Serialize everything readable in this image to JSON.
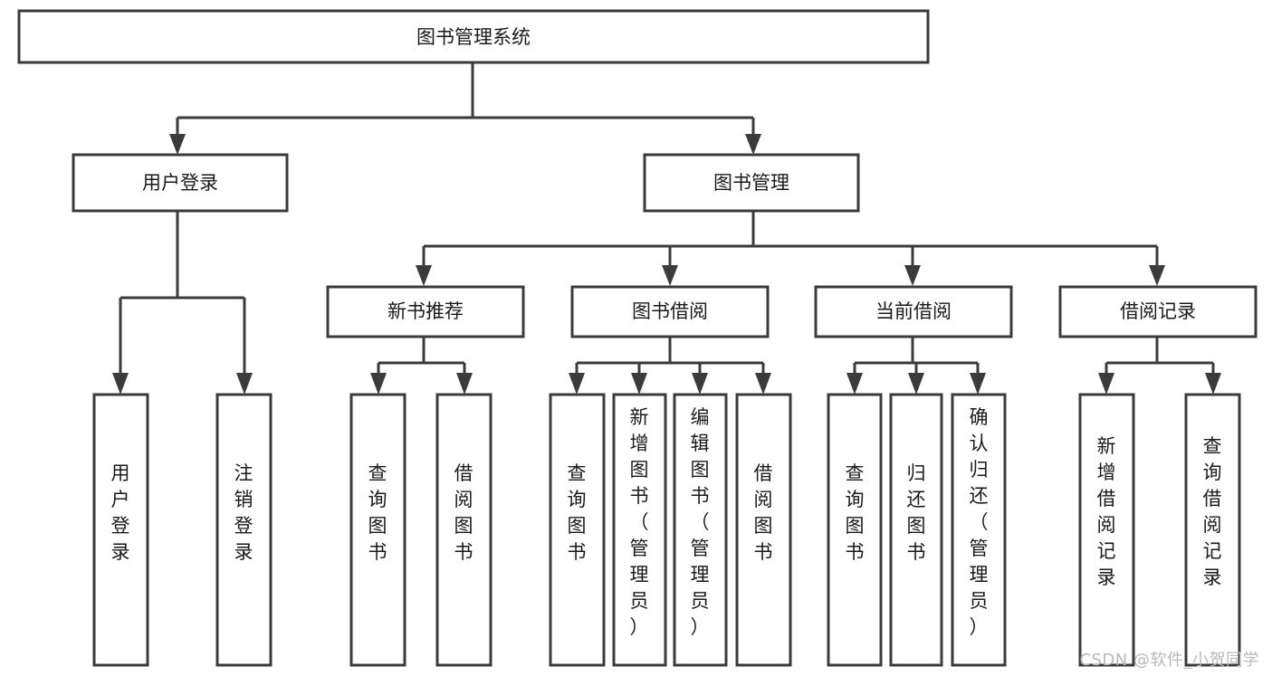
{
  "diagram": {
    "title": "图书管理系统",
    "type": "tree-hierarchy-diagram",
    "colors": {
      "stroke": "#3b3b3b",
      "fill": "#ffffff",
      "text": "#1a1a1a",
      "watermark": "#b9b9b9"
    },
    "root": {
      "label": "图书管理系统"
    },
    "level2": [
      {
        "label": "用户登录"
      },
      {
        "label": "图书管理"
      }
    ],
    "level3": [
      {
        "label": "新书推荐"
      },
      {
        "label": "图书借阅"
      },
      {
        "label": "当前借阅"
      },
      {
        "label": "借阅记录"
      }
    ],
    "leaves": {
      "user_login": [
        {
          "label": "用户登录"
        },
        {
          "label": "注销登录"
        }
      ],
      "new_book": [
        {
          "label": "查询图书"
        },
        {
          "label": "借阅图书"
        }
      ],
      "borrow_book": [
        {
          "label": "查询图书"
        },
        {
          "label": "新增图书（管理员）"
        },
        {
          "label": "编辑图书（管理员）"
        },
        {
          "label": "借阅图书"
        }
      ],
      "current_borrow": [
        {
          "label": "查询图书"
        },
        {
          "label": "归还图书"
        },
        {
          "label": "确认归还（管理员）"
        }
      ],
      "borrow_record": [
        {
          "label": "新增借阅记录"
        },
        {
          "label": "查询借阅记录"
        }
      ]
    }
  },
  "watermark": {
    "text": "CSDN @软件_小贺同学"
  }
}
